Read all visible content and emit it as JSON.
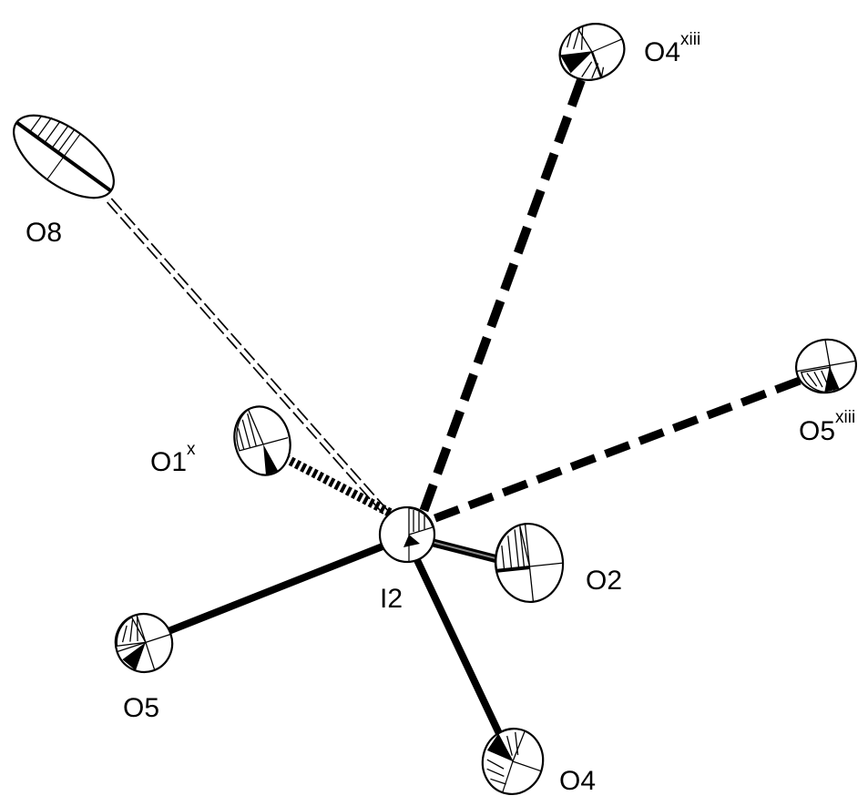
{
  "figure": {
    "central_atom": {
      "element": "I",
      "index": "2"
    },
    "atoms": [
      {
        "id": "I2",
        "element": "I",
        "index": "2",
        "symmetry": ""
      },
      {
        "id": "O1x",
        "element": "O",
        "index": "1",
        "symmetry": "x"
      },
      {
        "id": "O2",
        "element": "O",
        "index": "2",
        "symmetry": ""
      },
      {
        "id": "O4",
        "element": "O",
        "index": "4",
        "symmetry": ""
      },
      {
        "id": "O4xiii",
        "element": "O",
        "index": "4",
        "symmetry": "xiii"
      },
      {
        "id": "O5",
        "element": "O",
        "index": "5",
        "symmetry": ""
      },
      {
        "id": "O5xiii",
        "element": "O",
        "index": "5",
        "symmetry": "xiii"
      },
      {
        "id": "O8",
        "element": "O",
        "index": "8",
        "symmetry": ""
      }
    ],
    "bonds": [
      {
        "from": "I2",
        "to": "O5",
        "style": "solid"
      },
      {
        "from": "I2",
        "to": "O4",
        "style": "solid"
      },
      {
        "from": "I2",
        "to": "O2",
        "style": "solid"
      },
      {
        "from": "I2",
        "to": "O4xiii",
        "style": "dashed"
      },
      {
        "from": "I2",
        "to": "O5xiii",
        "style": "dashed"
      },
      {
        "from": "I2",
        "to": "O1x",
        "style": "dashed"
      },
      {
        "from": "I2",
        "to": "O8",
        "style": "open-dashed"
      }
    ],
    "labels": {
      "I2": {
        "main": "I2",
        "sup": ""
      },
      "O1x": {
        "main": "O1",
        "sup": "x"
      },
      "O2": {
        "main": "O2",
        "sup": ""
      },
      "O4": {
        "main": "O4",
        "sup": ""
      },
      "O4xiii": {
        "main": "O4",
        "sup": "xiii"
      },
      "O5": {
        "main": "O5",
        "sup": ""
      },
      "O5xiii": {
        "main": "O5",
        "sup": "xiii"
      },
      "O8": {
        "main": "O8",
        "sup": ""
      }
    },
    "colors": {
      "ink": "#000000",
      "background": "#ffffff"
    }
  }
}
